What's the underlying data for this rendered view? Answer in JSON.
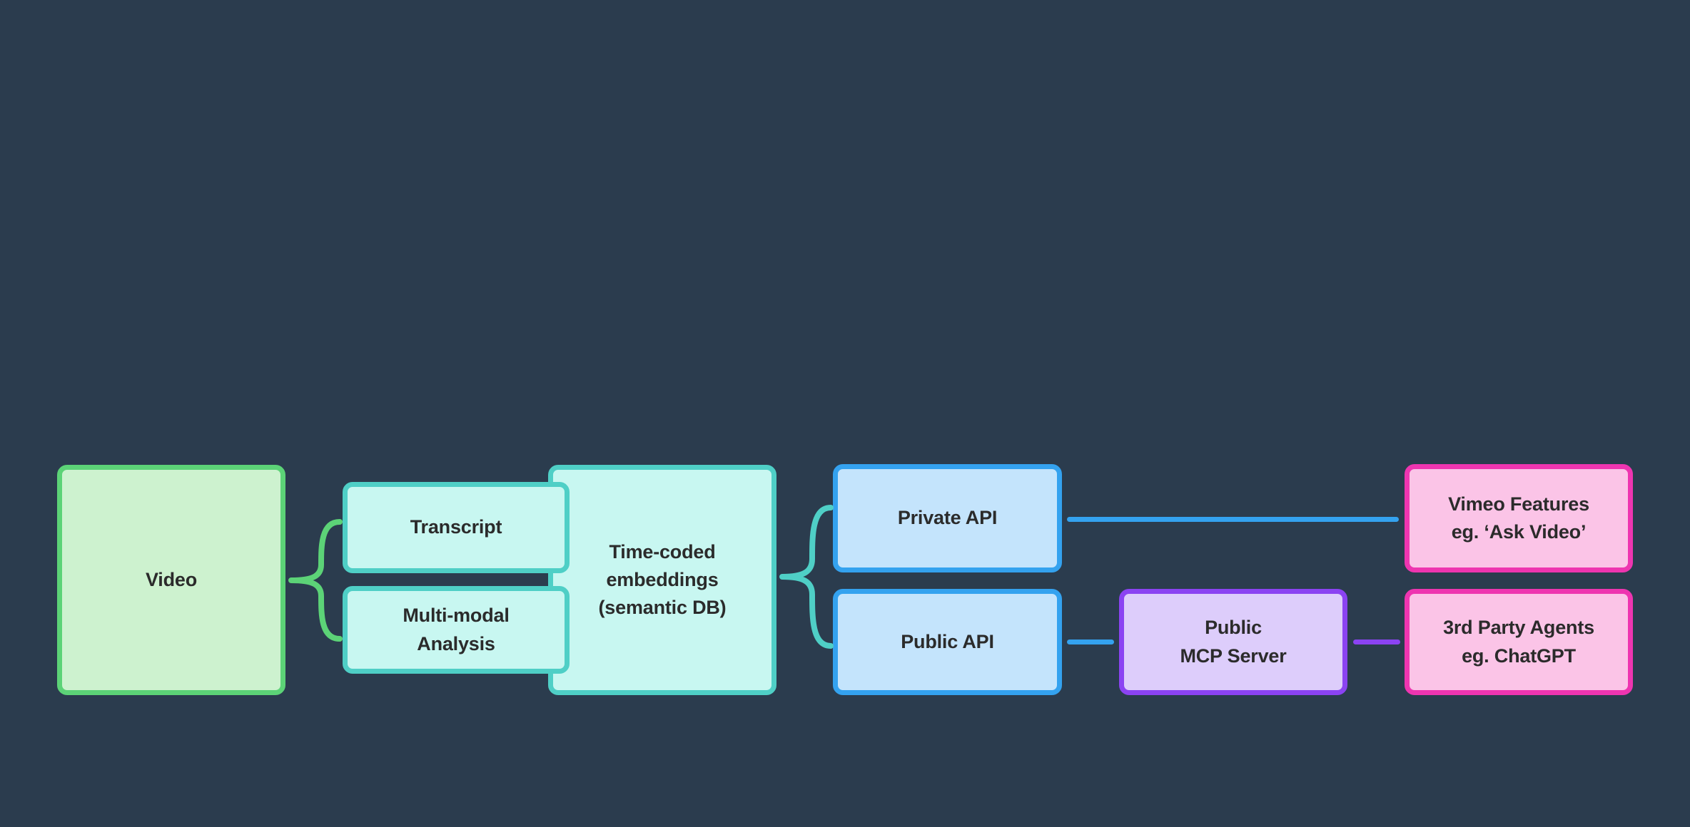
{
  "diagram": {
    "background_color": "#2b3c4e",
    "nodes": {
      "video": {
        "label": "Video",
        "fill": "#cdf2cf",
        "stroke": "#5cd377"
      },
      "transcript": {
        "label": "Transcript",
        "fill": "#c8f7f1",
        "stroke": "#4fcfc6"
      },
      "multimodal": {
        "label": "Multi-modal\nAnalysis",
        "fill": "#c8f7f1",
        "stroke": "#4fcfc6"
      },
      "embeddings": {
        "label": "Time-coded\nembeddings\n(semantic DB)",
        "fill": "#c8f7f1",
        "stroke": "#4fcfc6"
      },
      "private_api": {
        "label": "Private API",
        "fill": "#c4e4fc",
        "stroke": "#34a2ef"
      },
      "public_api": {
        "label": "Public API",
        "fill": "#c4e4fc",
        "stroke": "#34a2ef"
      },
      "mcp_server": {
        "label": "Public\nMCP Server",
        "fill": "#ddcdfb",
        "stroke": "#8b43f2"
      },
      "vimeo_features": {
        "label": "Vimeo Features\neg. ‘Ask Video’",
        "fill": "#fbc4e7",
        "stroke": "#ee35b0"
      },
      "third_party_agents": {
        "label": "3rd Party Agents\neg. ChatGPT",
        "fill": "#fbc4e7",
        "stroke": "#ee35b0"
      }
    },
    "connectors": {
      "video_brace": {
        "type": "curly-brace",
        "color": "#5cd377",
        "from": "video",
        "to": [
          "transcript",
          "multimodal"
        ]
      },
      "embeddings_brace": {
        "type": "curly-brace",
        "color": "#4fcfc6",
        "from": "embeddings",
        "to": [
          "private_api",
          "public_api"
        ]
      },
      "private_to_vimeo": {
        "type": "line",
        "color": "#34a2ef",
        "from": "private_api",
        "to": "vimeo_features"
      },
      "public_to_mcp": {
        "type": "line",
        "color": "#34a2ef",
        "from": "public_api",
        "to": "mcp_server"
      },
      "mcp_to_agents": {
        "type": "line",
        "color": "#8b43f2",
        "from": "mcp_server",
        "to": "third_party_agents"
      }
    }
  }
}
